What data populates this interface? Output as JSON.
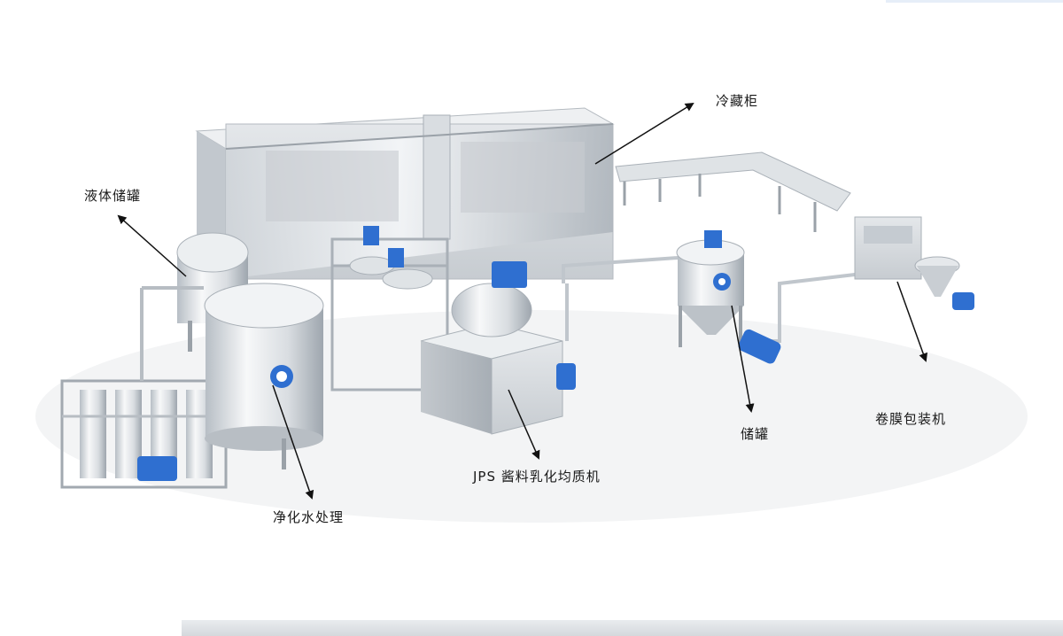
{
  "labels": {
    "cold_cabinet": "冷藏柜",
    "liquid_tank": "液体储罐",
    "water_treatment": "净化水处理",
    "homogenizer": "JPS 酱料乳化均质机",
    "storage_tank": "储罐",
    "packaging": "卷膜包装机"
  },
  "colors": {
    "steel_light": "#e9ecef",
    "steel_mid": "#c9ced3",
    "steel_dark": "#9aa1a8",
    "motor_blue": "#2f6fd0",
    "arrow": "#111111"
  },
  "icons": [
    "gear-logo-icon",
    "gear-logo-icon",
    "motor-icon"
  ]
}
